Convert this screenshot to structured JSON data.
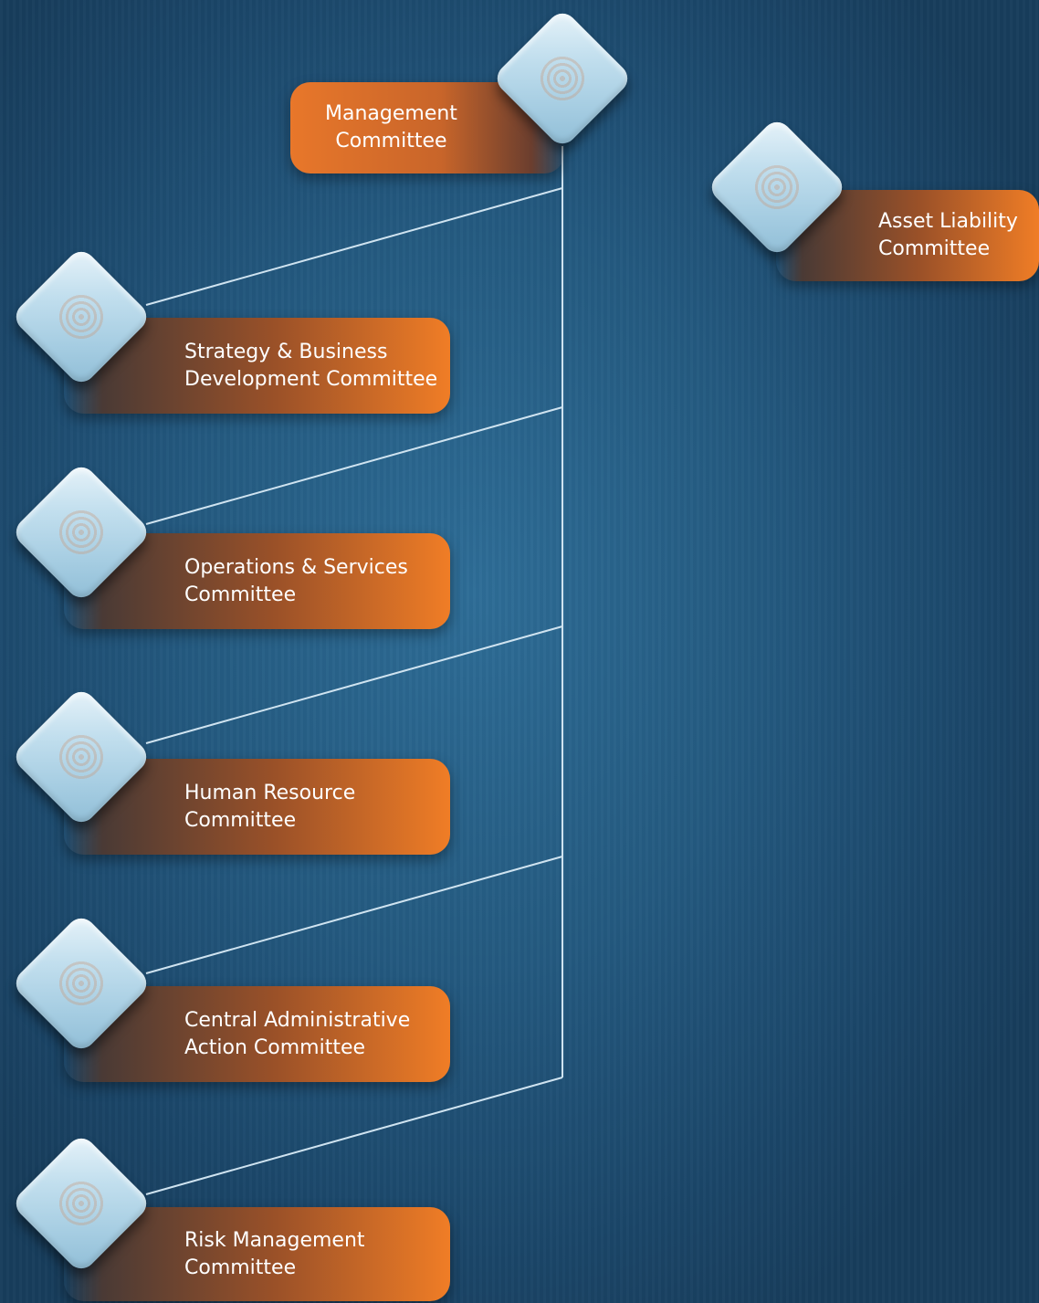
{
  "colors": {
    "accent": "#f07d26",
    "background": "#245a80",
    "connector": "#cfe3f0",
    "node_diamond": "#a6cde2"
  },
  "top_node": {
    "label": "Management\nCommittee",
    "icon": "diamond-logo-icon"
  },
  "side_node": {
    "label": "Asset Liability\nCommittee",
    "icon": "diamond-logo-icon"
  },
  "child_nodes": [
    {
      "label": "Strategy & Business\nDevelopment Committee",
      "icon": "diamond-logo-icon"
    },
    {
      "label": "Operations & Services\nCommittee",
      "icon": "diamond-logo-icon"
    },
    {
      "label": "Human Resource\nCommittee",
      "icon": "diamond-logo-icon"
    },
    {
      "label": "Central Administrative\nAction Committee",
      "icon": "diamond-logo-icon"
    },
    {
      "label": "Risk Management\nCommittee",
      "icon": "diamond-logo-icon"
    }
  ]
}
